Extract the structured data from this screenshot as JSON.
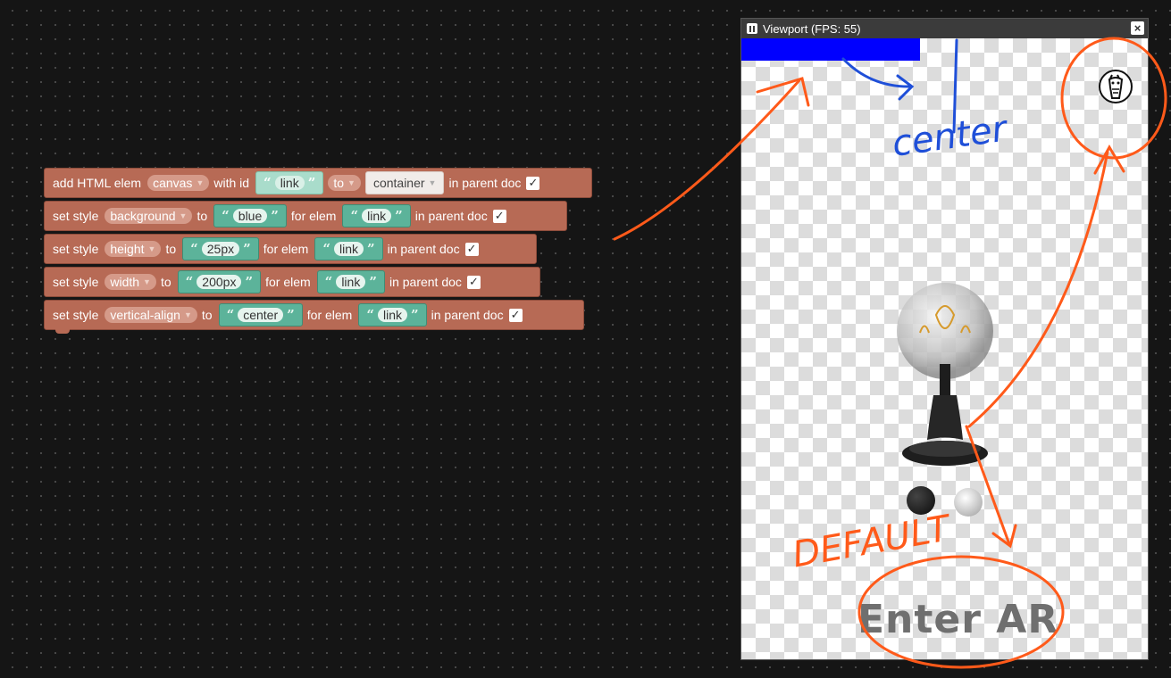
{
  "blocks": {
    "row1": {
      "label_a": "add HTML elem",
      "dd1": "canvas",
      "label_b": "with id",
      "id_value": "link",
      "dd2": "to",
      "parent_value": "container",
      "label_c": "in parent doc"
    },
    "row2": {
      "label_a": "set style",
      "dd1": "background",
      "label_b": "to",
      "value": "blue",
      "label_c": "for elem",
      "elem": "link",
      "label_d": "in parent doc"
    },
    "row3": {
      "label_a": "set style",
      "dd1": "height",
      "label_b": "to",
      "value": "25px",
      "label_c": "for elem",
      "elem": "link",
      "label_d": "in parent doc"
    },
    "row4": {
      "label_a": "set style",
      "dd1": "width",
      "label_b": "to",
      "value": "200px",
      "label_c": "for elem",
      "elem": "link",
      "label_d": "in parent doc"
    },
    "row5": {
      "label_a": "set style",
      "dd1": "vertical-align",
      "label_b": "to",
      "value": "center",
      "label_c": "for elem",
      "elem": "link",
      "label_d": "in parent doc"
    }
  },
  "viewport": {
    "title": "Viewport (FPS: 55)",
    "close": "×",
    "enter_ar": "Enter AR"
  },
  "annotations": {
    "center": "center",
    "default": "DEFAULT"
  },
  "colors": {
    "block": "#b76a55",
    "string": "#5cb39a",
    "canvas_bar": "#0000ff",
    "annotation_orange": "#ff5a1a",
    "annotation_blue": "#1f4fd8"
  },
  "icons": {
    "checkbox": "check-icon",
    "pause": "pause-icon",
    "close": "close-icon",
    "logo": "giraffe-logo-icon"
  }
}
